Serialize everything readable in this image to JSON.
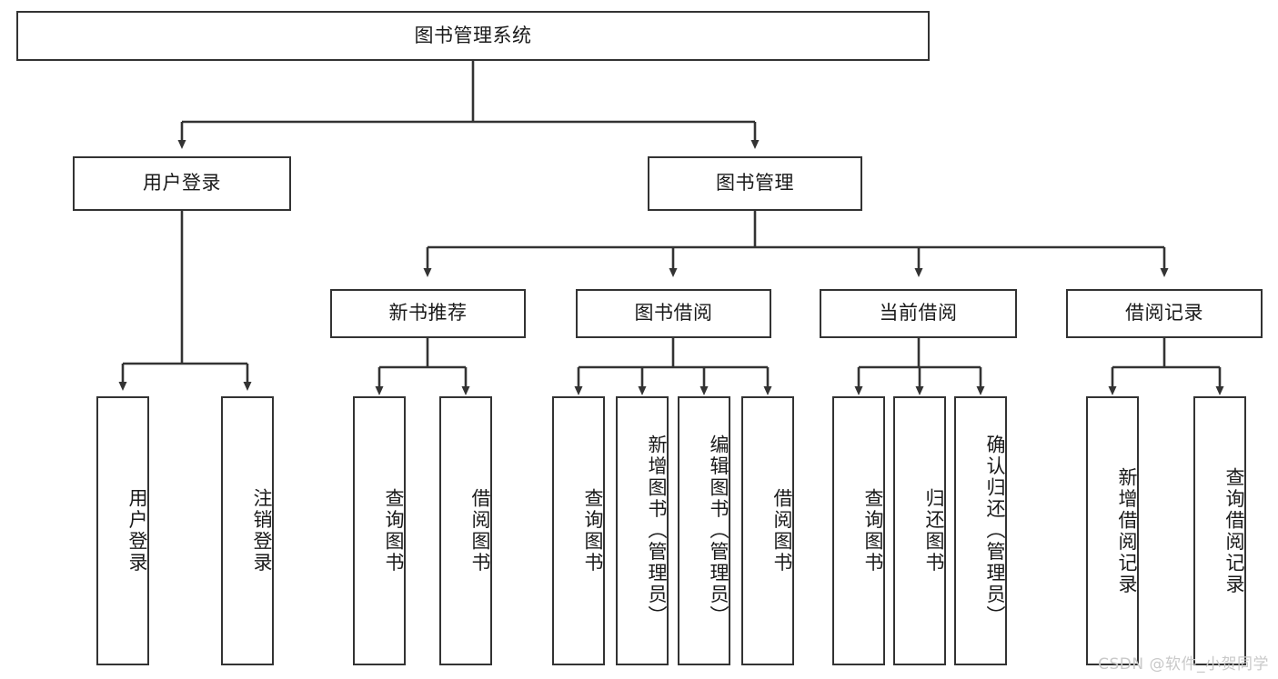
{
  "diagram": {
    "type": "tree-hierarchy",
    "title": "图书管理系统",
    "root": {
      "id": "root",
      "label": "图书管理系统"
    },
    "level2": [
      {
        "id": "user-login",
        "label": "用户登录"
      },
      {
        "id": "book-manage",
        "label": "图书管理"
      }
    ],
    "level3": [
      {
        "id": "new-book-rec",
        "label": "新书推荐",
        "parent": "book-manage"
      },
      {
        "id": "book-borrow",
        "label": "图书借阅",
        "parent": "book-manage"
      },
      {
        "id": "current-borrow",
        "label": "当前借阅",
        "parent": "book-manage"
      },
      {
        "id": "borrow-record",
        "label": "借阅记录",
        "parent": "book-manage"
      }
    ],
    "leaves": [
      {
        "id": "leaf-user-login",
        "label": "用户登录",
        "parent": "user-login"
      },
      {
        "id": "leaf-logout",
        "label": "注销登录",
        "parent": "user-login"
      },
      {
        "id": "leaf-query-book-1",
        "label": "查询图书",
        "parent": "new-book-rec"
      },
      {
        "id": "leaf-borrow-book-1",
        "label": "借阅图书",
        "parent": "new-book-rec"
      },
      {
        "id": "leaf-query-book-2",
        "label": "查询图书",
        "parent": "book-borrow"
      },
      {
        "id": "leaf-add-book",
        "label": "新增图书（管理员）",
        "parent": "book-borrow"
      },
      {
        "id": "leaf-edit-book",
        "label": "编辑图书（管理员）",
        "parent": "book-borrow"
      },
      {
        "id": "leaf-borrow-book-2",
        "label": "借阅图书",
        "parent": "book-borrow"
      },
      {
        "id": "leaf-query-book-3",
        "label": "查询图书",
        "parent": "current-borrow"
      },
      {
        "id": "leaf-return-book",
        "label": "归还图书",
        "parent": "current-borrow"
      },
      {
        "id": "leaf-confirm-return",
        "label": "确认归还（管理员）",
        "parent": "current-borrow"
      },
      {
        "id": "leaf-add-record",
        "label": "新增借阅记录",
        "parent": "borrow-record"
      },
      {
        "id": "leaf-query-record",
        "label": "查询借阅记录",
        "parent": "borrow-record"
      }
    ],
    "colors": {
      "line": "#333333",
      "box_fill": "#ffffff",
      "text": "#1a1a1a",
      "watermark": "#c9c9c9"
    }
  },
  "watermark": {
    "text": "CSDN @软件_小贺同学"
  }
}
